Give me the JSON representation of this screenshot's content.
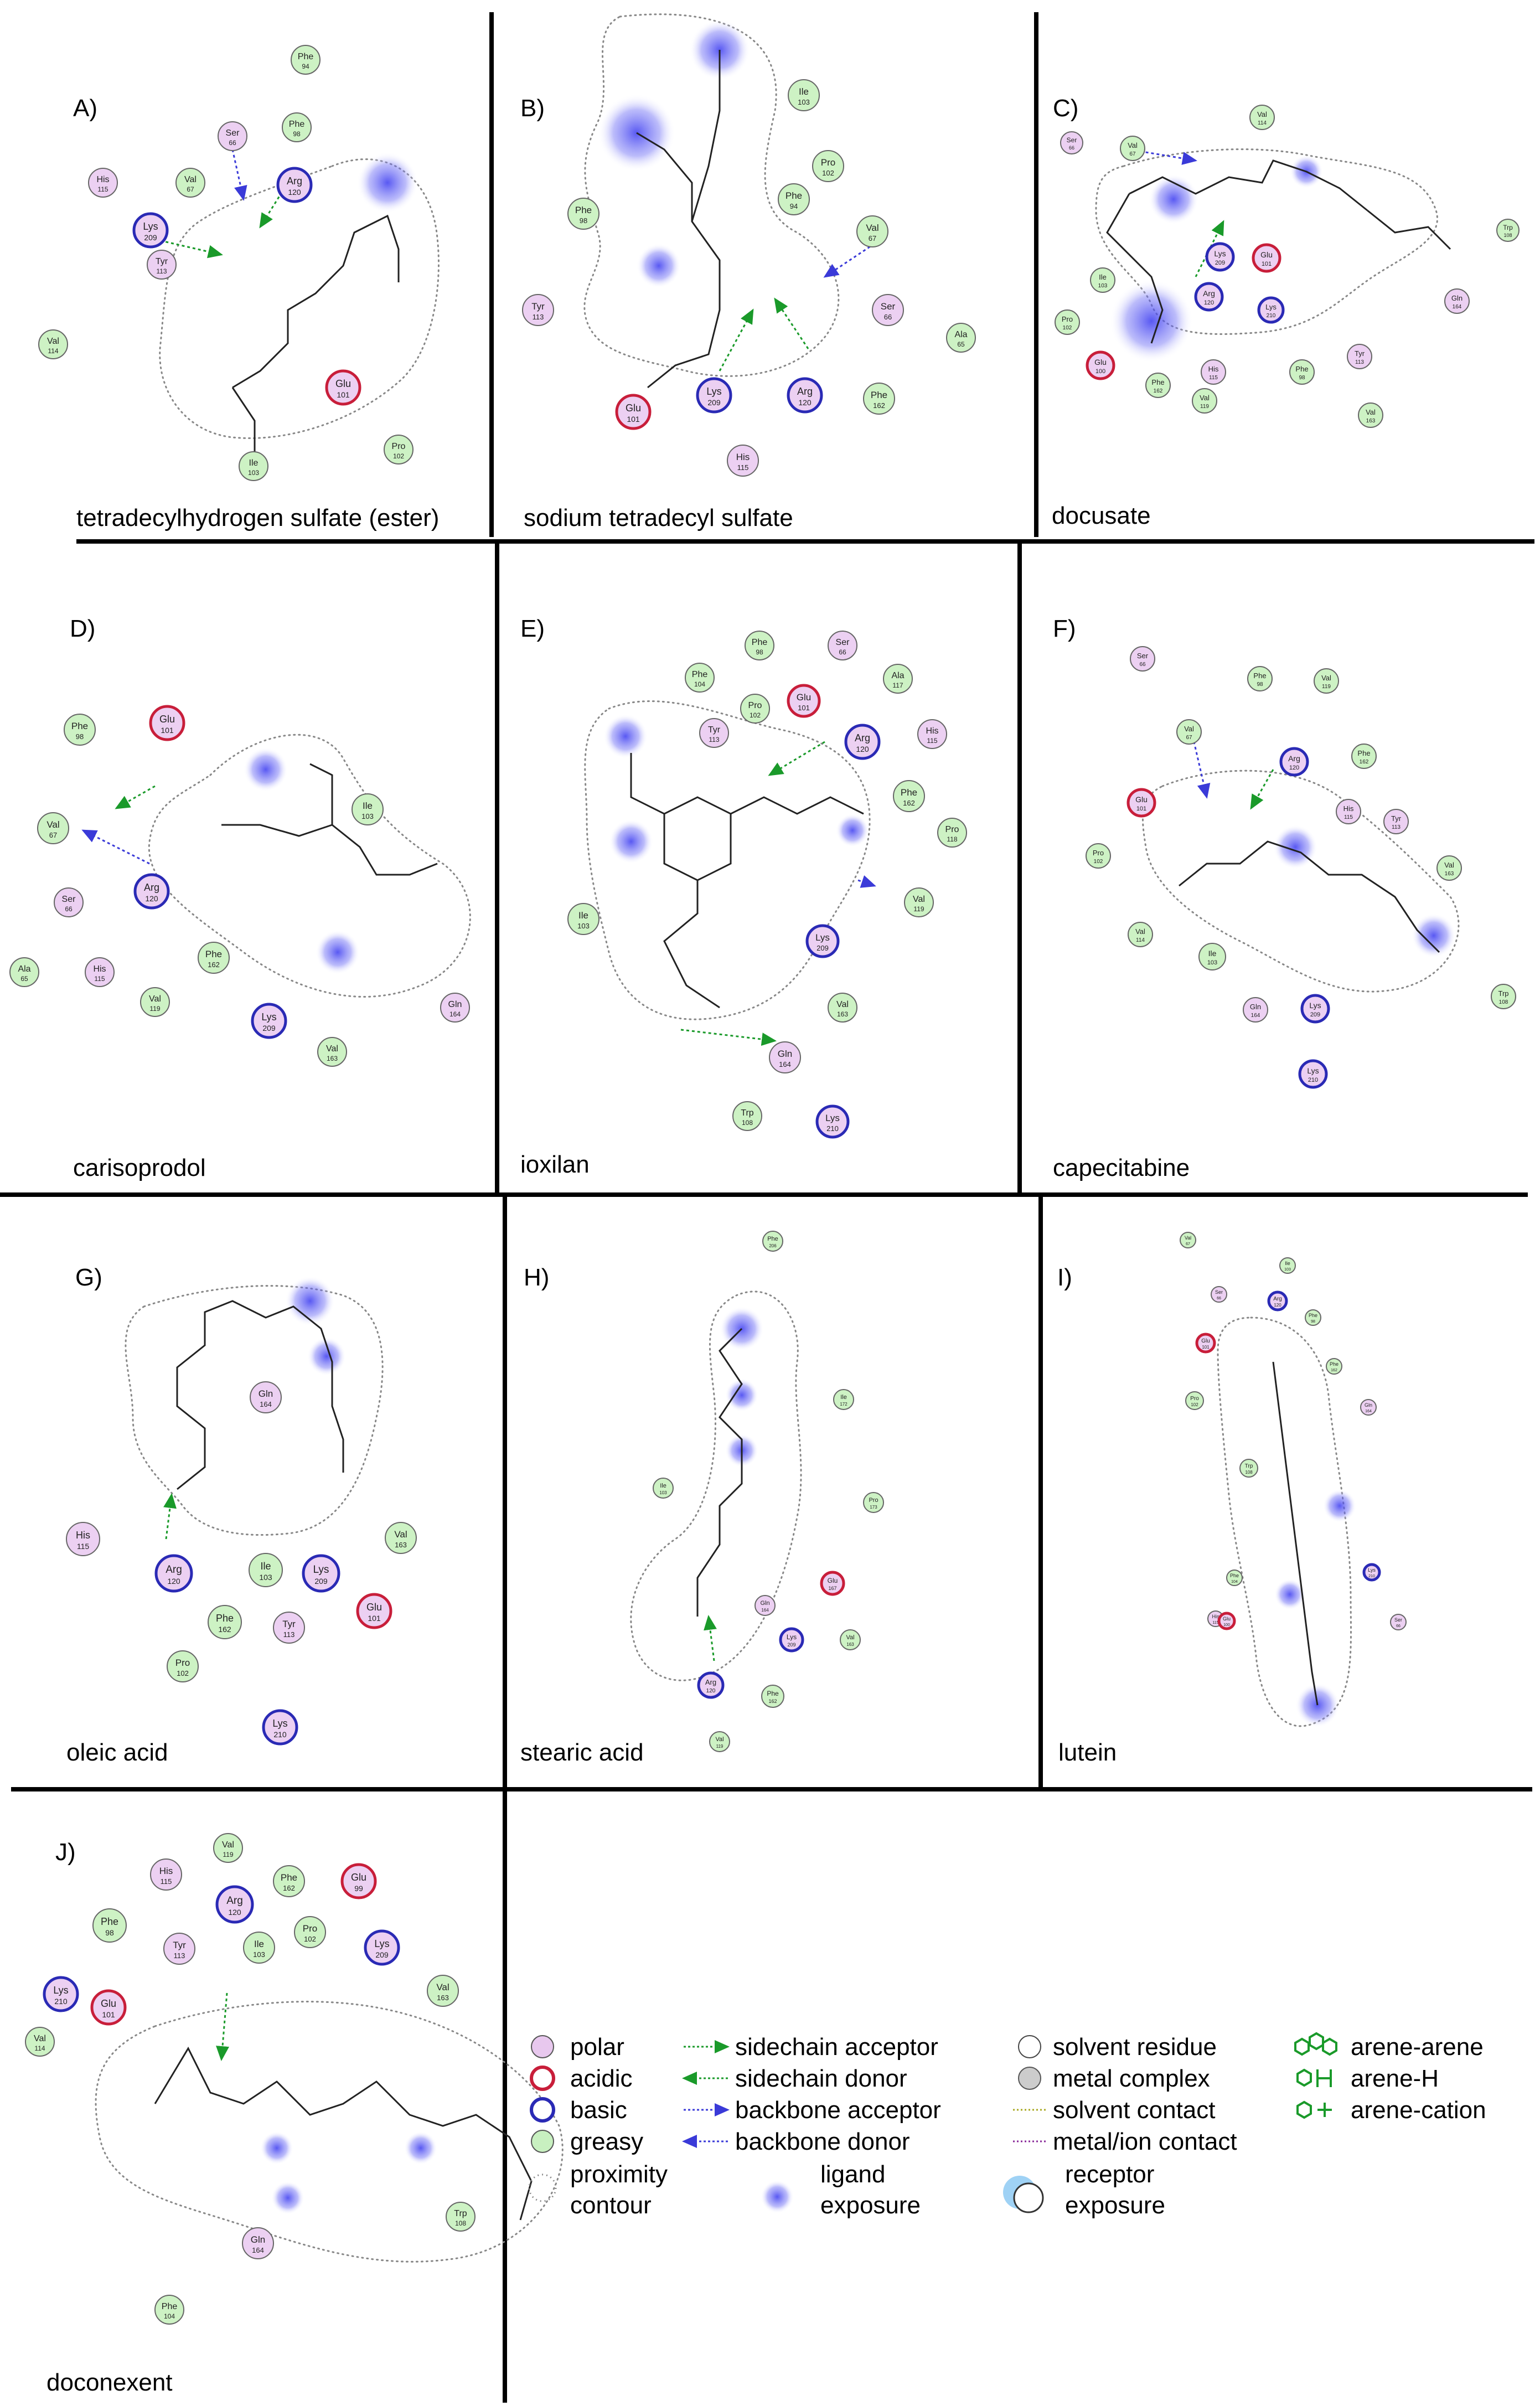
{
  "panels": [
    {
      "letter": "A)",
      "caption": "tetradecylhydrogen sulfate (ester)"
    },
    {
      "letter": "B)",
      "caption": "sodium tetradecyl sulfate"
    },
    {
      "letter": "C)",
      "caption": "docusate"
    },
    {
      "letter": "D)",
      "caption": "carisoprodol"
    },
    {
      "letter": "E)",
      "caption": "ioxilan"
    },
    {
      "letter": "F)",
      "caption": "capecitabine"
    },
    {
      "letter": "G)",
      "caption": "oleic acid"
    },
    {
      "letter": "H)",
      "caption": "stearic acid"
    },
    {
      "letter": "I)",
      "caption": "lutein"
    },
    {
      "letter": "J)",
      "caption": "doconexent"
    }
  ],
  "legend": {
    "polar": "polar",
    "acidic": "acidic",
    "basic": "basic",
    "greasy": "greasy",
    "proximity_1": "proximity",
    "proximity_2": "contour",
    "sidechain_acceptor": "sidechain acceptor",
    "sidechain_donor": "sidechain donor",
    "backbone_acceptor": "backbone acceptor",
    "backbone_donor": "backbone donor",
    "ligand_1": "ligand",
    "ligand_2": "exposure",
    "solvent_residue": "solvent residue",
    "metal_complex": "metal complex",
    "solvent_contact": "solvent contact",
    "metal_ion_contact": "metal/ion contact",
    "receptor_1": "receptor",
    "receptor_2": "exposure",
    "arene_arene": "arene-arene",
    "arene_h": "arene-H",
    "arene_cation": "arene-cation"
  },
  "colors": {
    "polar": "#e8c8ee",
    "acidic_ring": "#c81e3a",
    "basic_ring": "#2a2ab5",
    "greasy": "#c8f0c0",
    "green_arrow": "#1a9a2a",
    "blue_arrow": "#3a3ad8",
    "exposure_blue": "#5a5af0",
    "receptor_blue": "#6fb8f0"
  },
  "residues": {
    "A": [
      {
        "n": "Phe",
        "i": "94",
        "t": "greasy"
      },
      {
        "n": "Phe",
        "i": "98",
        "t": "greasy"
      },
      {
        "n": "Ser",
        "i": "66",
        "t": "polar"
      },
      {
        "n": "Arg",
        "i": "120",
        "t": "basic"
      },
      {
        "n": "His",
        "i": "115",
        "t": "polar"
      },
      {
        "n": "Val",
        "i": "67",
        "t": "greasy"
      },
      {
        "n": "Lys",
        "i": "209",
        "t": "basic"
      },
      {
        "n": "Tyr",
        "i": "113",
        "t": "polar"
      },
      {
        "n": "Val",
        "i": "114",
        "t": "greasy"
      },
      {
        "n": "Glu",
        "i": "101",
        "t": "acidic"
      },
      {
        "n": "Ile",
        "i": "103",
        "t": "greasy"
      },
      {
        "n": "Pro",
        "i": "102",
        "t": "greasy"
      }
    ],
    "B": [
      {
        "n": "Ile",
        "i": "103",
        "t": "greasy"
      },
      {
        "n": "Pro",
        "i": "102",
        "t": "greasy"
      },
      {
        "n": "Phe",
        "i": "94",
        "t": "greasy"
      },
      {
        "n": "Phe",
        "i": "98",
        "t": "greasy"
      },
      {
        "n": "Val",
        "i": "67",
        "t": "greasy"
      },
      {
        "n": "Ser",
        "i": "66",
        "t": "polar"
      },
      {
        "n": "Tyr",
        "i": "113",
        "t": "polar"
      },
      {
        "n": "Ala",
        "i": "65",
        "t": "greasy"
      },
      {
        "n": "Glu",
        "i": "101",
        "t": "acidic"
      },
      {
        "n": "Lys",
        "i": "209",
        "t": "basic"
      },
      {
        "n": "Arg",
        "i": "120",
        "t": "basic"
      },
      {
        "n": "Phe",
        "i": "162",
        "t": "greasy"
      },
      {
        "n": "His",
        "i": "115",
        "t": "polar"
      }
    ],
    "C": [
      {
        "n": "Val",
        "i": "114",
        "t": "greasy"
      },
      {
        "n": "Ser",
        "i": "66",
        "t": "polar"
      },
      {
        "n": "Val",
        "i": "67",
        "t": "greasy"
      },
      {
        "n": "Trp",
        "i": "108",
        "t": "greasy"
      },
      {
        "n": "Ile",
        "i": "103",
        "t": "greasy"
      },
      {
        "n": "Lys",
        "i": "209",
        "t": "basic"
      },
      {
        "n": "Glu",
        "i": "101",
        "t": "acidic"
      },
      {
        "n": "Arg",
        "i": "120",
        "t": "basic"
      },
      {
        "n": "Lys",
        "i": "210",
        "t": "basic"
      },
      {
        "n": "Gln",
        "i": "164",
        "t": "polar"
      },
      {
        "n": "Pro",
        "i": "102",
        "t": "greasy"
      },
      {
        "n": "Glu",
        "i": "100",
        "t": "acidic"
      },
      {
        "n": "Phe",
        "i": "162",
        "t": "greasy"
      },
      {
        "n": "His",
        "i": "115",
        "t": "polar"
      },
      {
        "n": "Phe",
        "i": "98",
        "t": "greasy"
      },
      {
        "n": "Tyr",
        "i": "113",
        "t": "polar"
      },
      {
        "n": "Val",
        "i": "119",
        "t": "greasy"
      },
      {
        "n": "Val",
        "i": "163",
        "t": "greasy"
      }
    ],
    "D": [
      {
        "n": "Phe",
        "i": "98",
        "t": "greasy"
      },
      {
        "n": "Glu",
        "i": "101",
        "t": "acidic"
      },
      {
        "n": "Ile",
        "i": "103",
        "t": "greasy"
      },
      {
        "n": "Val",
        "i": "67",
        "t": "greasy"
      },
      {
        "n": "Ser",
        "i": "66",
        "t": "polar"
      },
      {
        "n": "Arg",
        "i": "120",
        "t": "basic"
      },
      {
        "n": "Ala",
        "i": "65",
        "t": "greasy"
      },
      {
        "n": "His",
        "i": "115",
        "t": "polar"
      },
      {
        "n": "Phe",
        "i": "162",
        "t": "greasy"
      },
      {
        "n": "Val",
        "i": "119",
        "t": "greasy"
      },
      {
        "n": "Lys",
        "i": "209",
        "t": "basic"
      },
      {
        "n": "Val",
        "i": "163",
        "t": "greasy"
      },
      {
        "n": "Gln",
        "i": "164",
        "t": "polar"
      }
    ],
    "E": [
      {
        "n": "Phe",
        "i": "98",
        "t": "greasy"
      },
      {
        "n": "Ser",
        "i": "66",
        "t": "polar"
      },
      {
        "n": "Phe",
        "i": "104",
        "t": "greasy"
      },
      {
        "n": "Pro",
        "i": "102",
        "t": "greasy"
      },
      {
        "n": "Glu",
        "i": "101",
        "t": "acidic"
      },
      {
        "n": "Ala",
        "i": "117",
        "t": "greasy"
      },
      {
        "n": "Tyr",
        "i": "113",
        "t": "polar"
      },
      {
        "n": "Arg",
        "i": "120",
        "t": "basic"
      },
      {
        "n": "His",
        "i": "115",
        "t": "polar"
      },
      {
        "n": "Phe",
        "i": "162",
        "t": "greasy"
      },
      {
        "n": "Pro",
        "i": "118",
        "t": "greasy"
      },
      {
        "n": "Ile",
        "i": "103",
        "t": "greasy"
      },
      {
        "n": "Val",
        "i": "119",
        "t": "greasy"
      },
      {
        "n": "Lys",
        "i": "209",
        "t": "basic"
      },
      {
        "n": "Val",
        "i": "163",
        "t": "greasy"
      },
      {
        "n": "Gln",
        "i": "164",
        "t": "polar"
      },
      {
        "n": "Trp",
        "i": "108",
        "t": "greasy"
      },
      {
        "n": "Lys",
        "i": "210",
        "t": "basic"
      }
    ],
    "F": [
      {
        "n": "Ser",
        "i": "66",
        "t": "polar"
      },
      {
        "n": "Phe",
        "i": "98",
        "t": "greasy"
      },
      {
        "n": "Val",
        "i": "119",
        "t": "greasy"
      },
      {
        "n": "Val",
        "i": "67",
        "t": "greasy"
      },
      {
        "n": "Arg",
        "i": "120",
        "t": "basic"
      },
      {
        "n": "Phe",
        "i": "162",
        "t": "greasy"
      },
      {
        "n": "Glu",
        "i": "101",
        "t": "acidic"
      },
      {
        "n": "His",
        "i": "115",
        "t": "polar"
      },
      {
        "n": "Tyr",
        "i": "113",
        "t": "polar"
      },
      {
        "n": "Pro",
        "i": "102",
        "t": "greasy"
      },
      {
        "n": "Val",
        "i": "163",
        "t": "greasy"
      },
      {
        "n": "Val",
        "i": "114",
        "t": "greasy"
      },
      {
        "n": "Ile",
        "i": "103",
        "t": "greasy"
      },
      {
        "n": "Gln",
        "i": "164",
        "t": "polar"
      },
      {
        "n": "Lys",
        "i": "209",
        "t": "basic"
      },
      {
        "n": "Trp",
        "i": "108",
        "t": "greasy"
      },
      {
        "n": "Lys",
        "i": "210",
        "t": "basic"
      }
    ],
    "G": [
      {
        "n": "Gln",
        "i": "164",
        "t": "polar"
      },
      {
        "n": "His",
        "i": "115",
        "t": "polar"
      },
      {
        "n": "Val",
        "i": "163",
        "t": "greasy"
      },
      {
        "n": "Arg",
        "i": "120",
        "t": "basic"
      },
      {
        "n": "Ile",
        "i": "103",
        "t": "greasy"
      },
      {
        "n": "Lys",
        "i": "209",
        "t": "basic"
      },
      {
        "n": "Phe",
        "i": "162",
        "t": "greasy"
      },
      {
        "n": "Tyr",
        "i": "113",
        "t": "polar"
      },
      {
        "n": "Glu",
        "i": "101",
        "t": "acidic"
      },
      {
        "n": "Pro",
        "i": "102",
        "t": "greasy"
      },
      {
        "n": "Lys",
        "i": "210",
        "t": "basic"
      }
    ],
    "H": [
      {
        "n": "Phe",
        "i": "206",
        "t": "greasy"
      },
      {
        "n": "Ile",
        "i": "172",
        "t": "greasy"
      },
      {
        "n": "Ile",
        "i": "103",
        "t": "greasy"
      },
      {
        "n": "Pro",
        "i": "173",
        "t": "greasy"
      },
      {
        "n": "Glu",
        "i": "167",
        "t": "acidic"
      },
      {
        "n": "Gln",
        "i": "164",
        "t": "polar"
      },
      {
        "n": "Val",
        "i": "163",
        "t": "greasy"
      },
      {
        "n": "Lys",
        "i": "209",
        "t": "basic"
      },
      {
        "n": "Arg",
        "i": "120",
        "t": "basic"
      },
      {
        "n": "Phe",
        "i": "162",
        "t": "greasy"
      },
      {
        "n": "Val",
        "i": "119",
        "t": "greasy"
      }
    ],
    "I": [
      {
        "n": "Val",
        "i": "67",
        "t": "greasy"
      },
      {
        "n": "Ile",
        "i": "103",
        "t": "greasy"
      },
      {
        "n": "Ser",
        "i": "66",
        "t": "polar"
      },
      {
        "n": "Arg",
        "i": "120",
        "t": "basic"
      },
      {
        "n": "Phe",
        "i": "98",
        "t": "greasy"
      },
      {
        "n": "Glu",
        "i": "101",
        "t": "acidic"
      },
      {
        "n": "Phe",
        "i": "162",
        "t": "greasy"
      },
      {
        "n": "Pro",
        "i": "102",
        "t": "greasy"
      },
      {
        "n": "Gln",
        "i": "164",
        "t": "polar"
      },
      {
        "n": "Trp",
        "i": "108",
        "t": "greasy"
      },
      {
        "n": "Phe",
        "i": "104",
        "t": "greasy"
      },
      {
        "n": "Lys",
        "i": "210",
        "t": "basic"
      },
      {
        "n": "His",
        "i": "115",
        "t": "polar"
      },
      {
        "n": "Glu",
        "i": "100",
        "t": "acidic"
      },
      {
        "n": "Ser",
        "i": "66",
        "t": "polar"
      }
    ],
    "J": [
      {
        "n": "Val",
        "i": "119",
        "t": "greasy"
      },
      {
        "n": "His",
        "i": "115",
        "t": "polar"
      },
      {
        "n": "Phe",
        "i": "162",
        "t": "greasy"
      },
      {
        "n": "Arg",
        "i": "120",
        "t": "basic"
      },
      {
        "n": "Glu",
        "i": "99",
        "t": "acidic"
      },
      {
        "n": "Phe",
        "i": "98",
        "t": "greasy"
      },
      {
        "n": "Tyr",
        "i": "113",
        "t": "polar"
      },
      {
        "n": "Pro",
        "i": "102",
        "t": "greasy"
      },
      {
        "n": "Lys",
        "i": "209",
        "t": "basic"
      },
      {
        "n": "Lys",
        "i": "210",
        "t": "basic"
      },
      {
        "n": "Glu",
        "i": "101",
        "t": "acidic"
      },
      {
        "n": "Ile",
        "i": "103",
        "t": "greasy"
      },
      {
        "n": "Val",
        "i": "163",
        "t": "greasy"
      },
      {
        "n": "Val",
        "i": "114",
        "t": "greasy"
      },
      {
        "n": "Trp",
        "i": "108",
        "t": "greasy"
      },
      {
        "n": "Gln",
        "i": "164",
        "t": "polar"
      },
      {
        "n": "Phe",
        "i": "104",
        "t": "greasy"
      }
    ]
  }
}
